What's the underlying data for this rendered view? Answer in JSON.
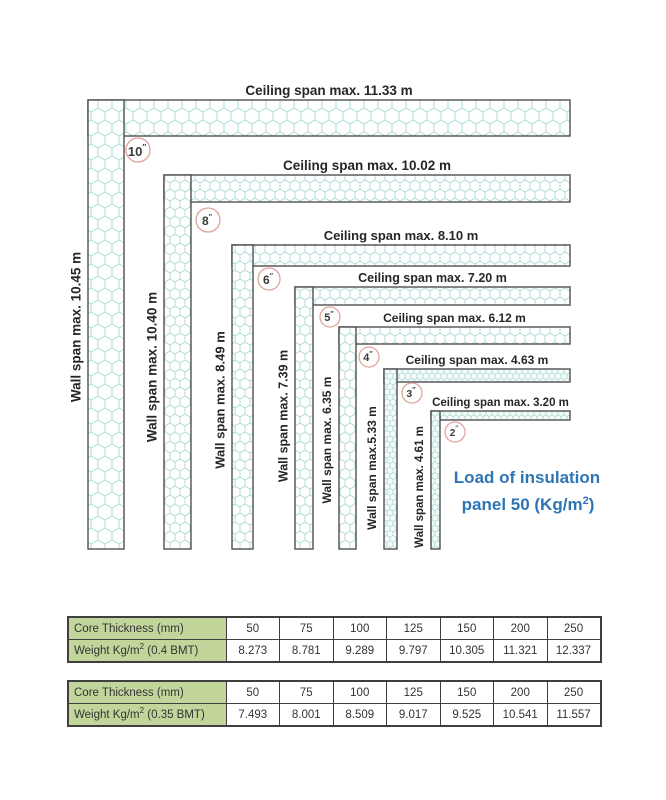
{
  "diagram": {
    "panels": [
      {
        "size": "10″",
        "ceiling_label": "Ceiling span max. 11.33 m",
        "wall_label": "Wall span max. 10.45 m"
      },
      {
        "size": "8″",
        "ceiling_label": "Ceiling span max. 10.02 m",
        "wall_label": "Wall span max. 10.40 m"
      },
      {
        "size": "6″",
        "ceiling_label": "Ceiling span max. 8.10 m",
        "wall_label": "Wall span max. 8.49 m"
      },
      {
        "size": "5″",
        "ceiling_label": "Ceiling span max. 7.20  m",
        "wall_label": "Wall span max. 7.39 m"
      },
      {
        "size": "4″",
        "ceiling_label": "Ceiling span max. 6.12 m",
        "wall_label": "Wall span max. 6.35 m"
      },
      {
        "size": "3″",
        "ceiling_label": "Ceiling span max. 4.63 m",
        "wall_label": "Wall span max.5.33 m"
      },
      {
        "size": "2″",
        "ceiling_label": "Ceiling span max. 3.20  m",
        "wall_label": "Wall span max. 4.61 m"
      }
    ],
    "load_note": {
      "line1": "Load of insulation",
      "line2": "panel 50 (Kg/m²)"
    }
  },
  "tables": [
    {
      "name": "weight-0.4-bmt",
      "rows": [
        {
          "header": "Core Thickness (mm)",
          "values": [
            "50",
            "75",
            "100",
            "125",
            "150",
            "200",
            "250"
          ]
        },
        {
          "header": "Weight Kg/m² (0.4 BMT)",
          "values": [
            "8.273",
            "8.781",
            "9.289",
            "9.797",
            "10.305",
            "11.321",
            "12.337"
          ]
        }
      ]
    },
    {
      "name": "weight-0.35-bmt",
      "rows": [
        {
          "header": "Core Thickness (mm)",
          "values": [
            "50",
            "75",
            "100",
            "125",
            "150",
            "200",
            "250"
          ]
        },
        {
          "header": "Weight Kg/m² (0.35 BMT)",
          "values": [
            "7.493",
            "8.001",
            "8.509",
            "9.017",
            "9.525",
            "10.541",
            "11.557"
          ]
        }
      ]
    }
  ],
  "colors": {
    "note_blue": "#2e75b6",
    "table_header_green": "#c2d69b",
    "honeycomb_teal": "#a5d6d3",
    "badge_ring_pink": "#dfa49c",
    "panel_outline": "#4f4f4f"
  }
}
